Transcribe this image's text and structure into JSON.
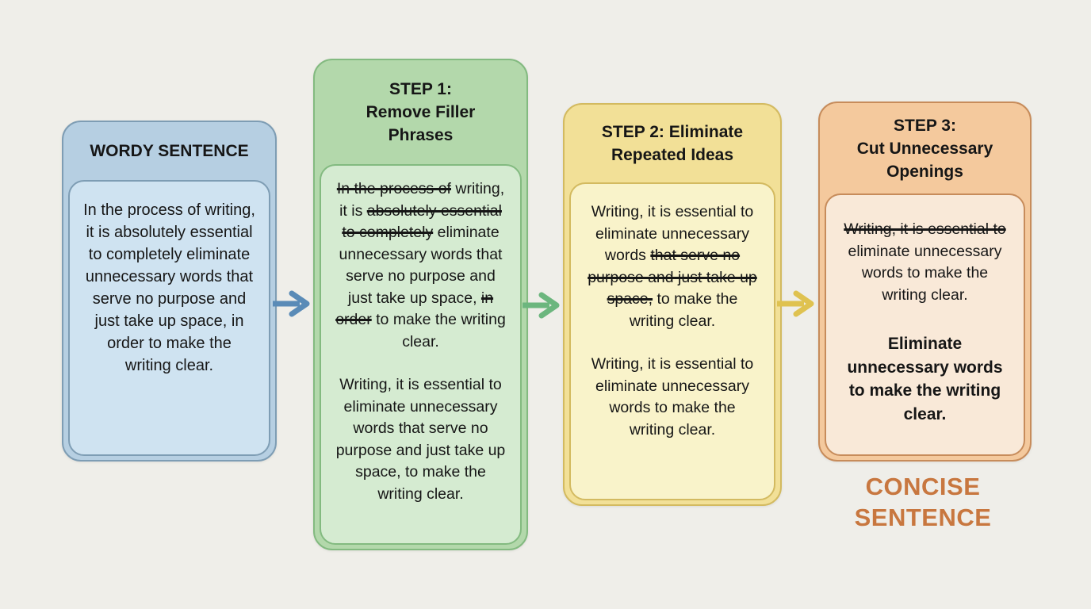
{
  "background_color": "#efeee9",
  "text_color": "#161616",
  "columns": [
    {
      "id": "wordy-sentence",
      "header": "WORDY SENTENCE",
      "header_bg": "#b6cfe2",
      "body_bg": "#cfe3f1",
      "border_color": "#7e9db4",
      "paragraphs": [
        {
          "segments": [
            {
              "text": "In the process of writing, it is absolutely essential to completely eliminate unnecessary words that serve no purpose and just take up space, in order to make the writing clear.",
              "strike": false
            }
          ]
        }
      ]
    },
    {
      "id": "step-1",
      "header": "STEP 1:\nRemove Filler\nPhrases",
      "header_bg": "#b3d8ab",
      "body_bg": "#d5ebd1",
      "border_color": "#83ba80",
      "paragraphs": [
        {
          "segments": [
            {
              "text": "In the process of",
              "strike": true
            },
            {
              "text": " writing, it is ",
              "strike": false
            },
            {
              "text": "absolutely essential to completely",
              "strike": true
            },
            {
              "text": " eliminate unnecessary words that serve no purpose and just take up space, ",
              "strike": false
            },
            {
              "text": "in order",
              "strike": true
            },
            {
              "text": " to make the writing clear.",
              "strike": false
            }
          ]
        },
        {
          "segments": [
            {
              "text": "Writing, it is essential to eliminate unnecessary words that serve no purpose and just take up space, to make the writing clear.",
              "strike": false
            }
          ]
        }
      ]
    },
    {
      "id": "step-2",
      "header": "STEP 2: Eliminate\nRepeated Ideas",
      "header_bg": "#f2e097",
      "body_bg": "#f9f3ca",
      "border_color": "#d3ba60",
      "paragraphs": [
        {
          "segments": [
            {
              "text": "Writing, it is essential to eliminate unnecessary words ",
              "strike": false
            },
            {
              "text": "that serve no purpose and just take up space,",
              "strike": true
            },
            {
              "text": " to make the writing clear.",
              "strike": false
            }
          ]
        },
        {
          "segments": [
            {
              "text": "Writing, it is essential to eliminate unnecessary words to make the writing clear.",
              "strike": false
            }
          ]
        }
      ]
    },
    {
      "id": "step-3",
      "header": "STEP 3:\nCut Unnecessary\nOpenings",
      "header_bg": "#f4c99d",
      "body_bg": "#f9e9d8",
      "border_color": "#c78c5b",
      "paragraphs": [
        {
          "segments": [
            {
              "text": "Writing, it is essential to",
              "strike": true
            },
            {
              "text": " eliminate unnecessary words to make the writing clear.",
              "strike": false
            }
          ]
        },
        {
          "bold": true,
          "segments": [
            {
              "text": "Eliminate unnecessary words to make the writing clear.",
              "strike": false
            }
          ]
        }
      ]
    }
  ],
  "arrows": [
    {
      "id": "arrow-1",
      "color": "#5a8bb7"
    },
    {
      "id": "arrow-2",
      "color": "#6cb67e"
    },
    {
      "id": "arrow-3",
      "color": "#dfc250"
    }
  ],
  "footer_label": "CONCISE SENTENCE",
  "footer_label_color": "#c8773f"
}
